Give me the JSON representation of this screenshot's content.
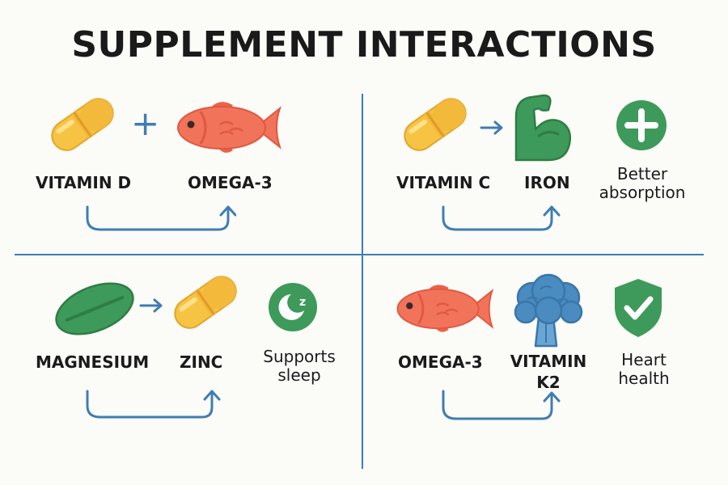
{
  "title": "SUPPLEMENT INTERACTIONS",
  "colors": {
    "accent_blue": "#3f7db3",
    "capsule_yellow": "#f6c342",
    "fish_orange": "#f1735a",
    "green": "#3d9a5a",
    "broccoli_blue": "#4a8bc0"
  },
  "panels": [
    {
      "item_a": "VITAMIN D",
      "connector": "+",
      "item_b": "OMEGA-3",
      "icons": [
        "capsule-icon",
        "plus-icon",
        "fish-icon",
        "curved-arrow-icon"
      ]
    },
    {
      "item_a": "VITAMIN C",
      "connector": "→",
      "item_b": "IRON",
      "result_line1": "Better",
      "result_line2": "absorption",
      "icons": [
        "capsule-icon",
        "arrow-icon",
        "flexed-arm-icon",
        "plus-badge-icon",
        "curved-arrow-icon"
      ]
    },
    {
      "item_a": "MAGNESIUM",
      "connector": "→",
      "item_b": "ZINC",
      "result_line1": "Supports",
      "result_line2": "sleep",
      "icons": [
        "tablet-icon",
        "arrow-icon",
        "capsule-icon",
        "moon-badge-icon",
        "curved-arrow-icon"
      ]
    },
    {
      "item_a": "OMEGA-3",
      "item_b_line1": "VITAMIN",
      "item_b_line2": "K2",
      "result_line1": "Heart",
      "result_line2": "health",
      "icons": [
        "fish-icon",
        "broccoli-icon",
        "shield-check-icon",
        "curved-arrow-icon"
      ]
    }
  ]
}
